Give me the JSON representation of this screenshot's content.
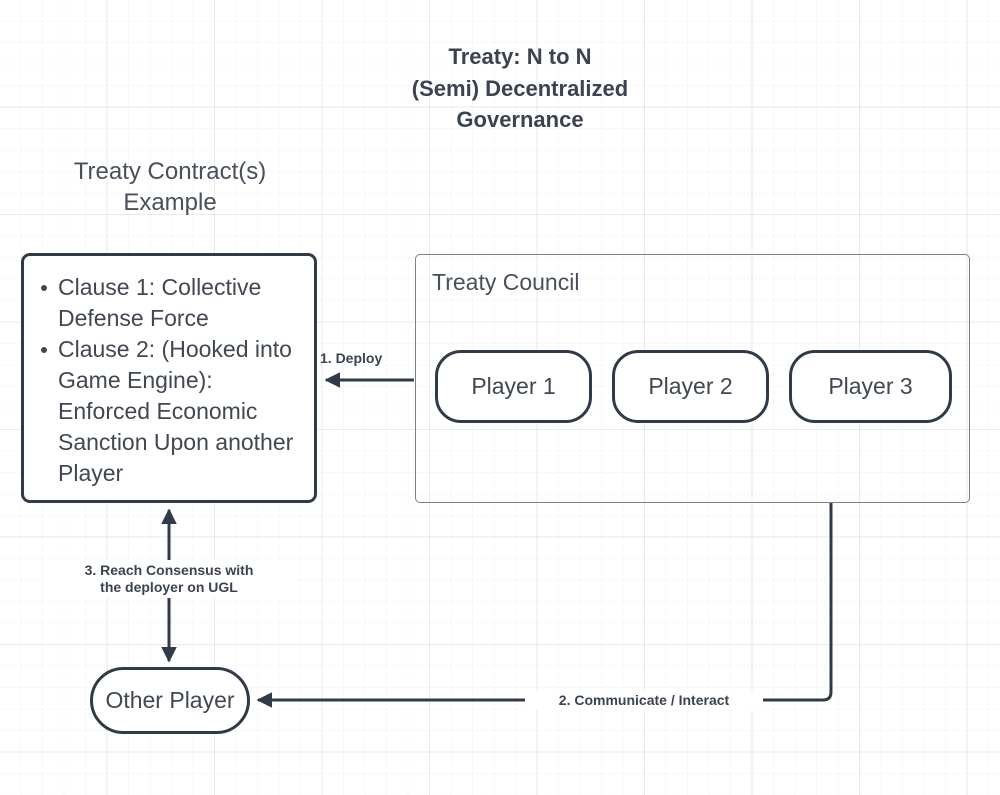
{
  "diagram": {
    "title": "Treaty: N to N\n(Semi) Decentralized\nGovernance",
    "side_title": "Treaty Contract(s)\nExample",
    "colors": {
      "stroke_strong": "#313a48",
      "stroke_light": "#7b828d",
      "text": "#414853",
      "title_text": "#3c4350",
      "background": "#ffffff",
      "grid_minor": "rgba(0,0,0,0.028)",
      "grid_major": "rgba(0,0,0,0.055)"
    },
    "nodes": {
      "clause_box": {
        "items": [
          "Clause 1: Collective Defense Force",
          "Clause 2: (Hooked into Game Engine): Enforced Economic Sanction Upon another Player"
        ]
      },
      "council": {
        "label": "Treaty Council",
        "players": [
          {
            "label": "Player 1"
          },
          {
            "label": "Player 2"
          },
          {
            "label": "Player 3"
          }
        ]
      },
      "other_player": {
        "label": "Other Player"
      }
    },
    "edges": [
      {
        "id": "deploy",
        "label": "1. Deploy",
        "from": "Treaty Council",
        "to": "Treaty Contract(s)",
        "arrowheads": "end"
      },
      {
        "id": "communicate",
        "label": "2. Communicate / Interact",
        "from": "Treaty Council",
        "to": "Other Player",
        "arrowheads": "end"
      },
      {
        "id": "consensus",
        "label": "3. Reach Consensus with\nthe deployer on UGL",
        "from": "Other Player",
        "to": "Treaty Contract(s)",
        "arrowheads": "both"
      }
    ]
  }
}
